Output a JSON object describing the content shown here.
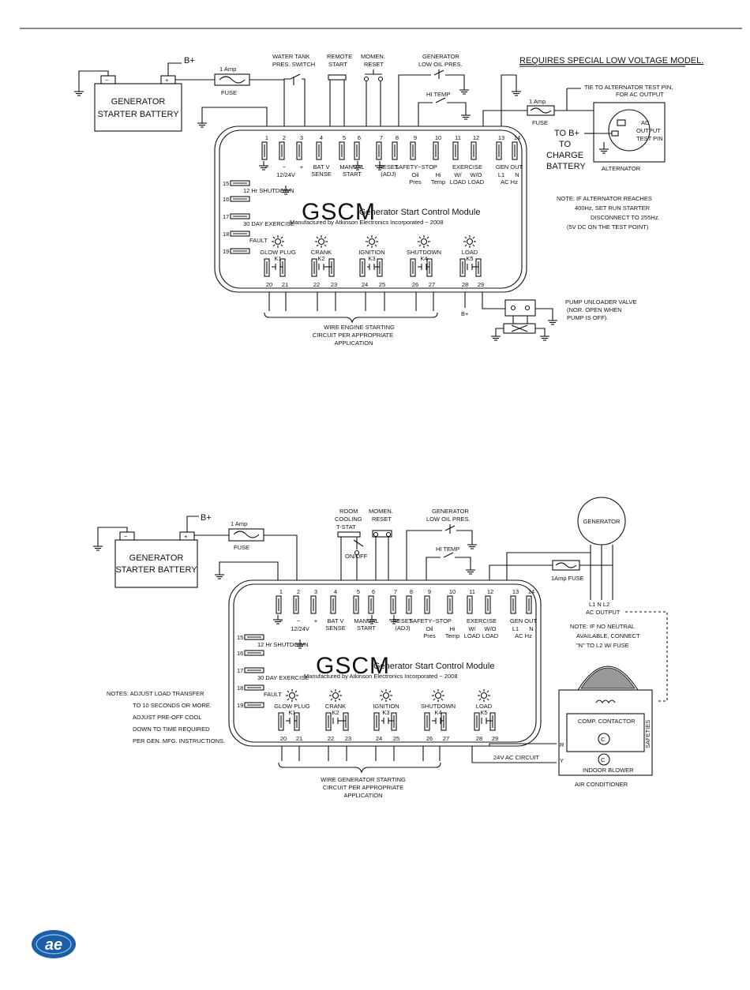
{
  "labels": {
    "b_plus": "B+",
    "one_amp": "1 Amp",
    "one_amp_fuse": "1Amp FUSE",
    "fuse": "FUSE",
    "minus": "−",
    "plus": "+",
    "battery_l1": "GENERATOR",
    "battery_l2": "STARTER BATTERY",
    "gscm": "GSCM",
    "module_title": "Generator Start Control Module",
    "manufacturer": "Manufactured by Atkinson Electronics Incorporated − 2008",
    "pin_12_24v": "12/24V",
    "pin_bat_v": "BAT V",
    "pin_sense": "SENSE",
    "pin_manual": "MANUAL",
    "pin_start": "START",
    "pin_reset": "RESET",
    "pin_adj": "(ADJ)",
    "pin_safety_stop": "SAFETY−STOP",
    "pin_oil": "Oil",
    "pin_pres": "Pres",
    "pin_hi": "Hi",
    "pin_temp": "Temp",
    "pin_exercise": "EXERCISE",
    "pin_w": "W/",
    "pin_wo": "W/O",
    "pin_load": "LOAD",
    "pin_gen_out": "GEN  OUT",
    "pin_l1": "L1",
    "pin_n": "N",
    "pin_ac_hz": "AC Hz",
    "shutdown_12hr": "12 Hr SHUTDOWN",
    "exercise_30day": "30 DAY EXERCISE",
    "fault": "FAULT",
    "glow_plug": "GLOW PLUG",
    "crank": "CRANK",
    "ignition": "IGNITION",
    "shutdown": "SHUTDOWN",
    "load": "LOAD",
    "k1": "K1",
    "k2": "K2",
    "k3": "K3",
    "k4": "K4",
    "k5": "K5",
    "pins_top": [
      "1",
      "2",
      "3",
      "4",
      "5",
      "6",
      "7",
      "8",
      "9",
      "10",
      "11",
      "12",
      "13",
      "14"
    ],
    "pins_left": [
      "15",
      "16",
      "17",
      "18",
      "19"
    ],
    "pins_bottom": [
      "20",
      "21",
      "22",
      "23",
      "24",
      "25",
      "26",
      "27",
      "28",
      "29"
    ],
    "hi_temp": "HI TEMP",
    "gen_low_oil_1": "GENERATOR",
    "gen_low_oil_2": "LOW OIL PRES.",
    "momen": "MOMEN.",
    "reset": "RESET"
  },
  "diagram1": {
    "water_tank_1": "WATER TANK",
    "water_tank_2": "PRES. SWITCH",
    "remote_1": "REMOTE",
    "remote_2": "START",
    "special": "REQUIRES SPECIAL LOW VOLTAGE MODEL.",
    "tie_1": "TIE TO ALTERNATOR TEST PIN,",
    "tie_2": "FOR AC OUTPUT",
    "to_bplus_1": "TO B+",
    "to_bplus_2": "TO",
    "to_bplus_3": "CHARGE",
    "to_bplus_4": "BATTERY",
    "alt_ac": "AC",
    "alt_output": "OUTPUT",
    "alt_test_pin": "TEST PIN",
    "alternator": "ALTERNATOR",
    "note_1": "NOTE: IF ALTERNATOR REACHES",
    "note_2": "400Hz,  SET RUN STARTER",
    "note_3": "DISCONNECT TO 255Hz.",
    "note_4": "(5V DC ON THE TEST POINT)",
    "pump_1": "PUMP UNLOADER VALVE",
    "pump_2": "(NOR. OPEN WHEN",
    "pump_3": " PUMP IS OFF).",
    "wire_1": "WIRE ENGINE STARTING",
    "wire_2": "CIRCUIT PER APPROPRIATE",
    "wire_3": "APPLICATION"
  },
  "diagram2": {
    "room_1": "ROOM",
    "room_2": "COOLING",
    "room_3": "T-STAT",
    "on_off": "ON/OFF",
    "generator": "GENERATOR",
    "l1nl2": "L1  N  L2",
    "ac_output": "AC OUTPUT",
    "neutral_1": "NOTE: IF NO NEUTRAL",
    "neutral_2": "AVAILABLE, CONNECT",
    "neutral_3": "\"N\" TO L2 W/ FUSE",
    "notes_1": "NOTES:  ADJUST LOAD TRANSFER",
    "notes_2": "TO 10 SECONDS OR MORE.",
    "notes_3": "ADJUST PRE-OFF COOL",
    "notes_4": "DOWN TO TIME REQUIRED",
    "notes_5": "PER GEN. MFG. INSTRUCTIONS.",
    "comp_contactor": "COMP. CONTACTOR",
    "safeties": "SAFETIES",
    "indoor_blower": "INDOOR BLOWER",
    "air_conditioner": "AIR CONDITIONER",
    "v24": "24V AC CIRCUIT",
    "r": "R",
    "y": "Y",
    "c": "C",
    "wire_1": "WIRE GENERATOR STARTING",
    "wire_2": "CIRCUIT PER APPROPRIATE",
    "wire_3": "APPLICATION"
  },
  "logo": {
    "text": "ae",
    "color": "#1b5fa8"
  }
}
